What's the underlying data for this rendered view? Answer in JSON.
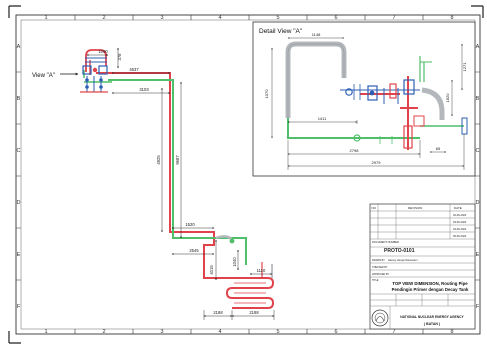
{
  "sheet": {
    "columns_top": [
      "1",
      "2",
      "3",
      "4",
      "5",
      "6",
      "7",
      "8"
    ],
    "columns_bottom": [
      "1",
      "2",
      "3",
      "4",
      "5",
      "6",
      "7",
      "8"
    ],
    "rows_left": [
      "A",
      "B",
      "C",
      "D",
      "E",
      "F"
    ],
    "rows_right": [
      "A",
      "B",
      "C",
      "D",
      "E",
      "F"
    ]
  },
  "main_view": {
    "view_label": "View \"A\"",
    "dimensions": {
      "d1": "1090",
      "d2": "378",
      "d3": "4637",
      "d4": "3103",
      "d5": "4925",
      "d6": "9687",
      "d7": "1520",
      "d8": "2545",
      "d9": "4015",
      "d10": "1040",
      "d11": "1110",
      "d12": "2168",
      "d13": "2188"
    }
  },
  "detail_view": {
    "title": "Detail View \"A\"",
    "dimensions": {
      "d1": "1148",
      "d2": "1070",
      "d3": "1411",
      "d4": "2798",
      "d5": "2979",
      "d6": "1271",
      "d7": "1820",
      "d8": "65"
    }
  },
  "title_block": {
    "rev_header": [
      "NO",
      "REVISION",
      "DATE"
    ],
    "rev_dates": [
      "02-06-2024",
      "03-06-2024",
      "04-06-2024",
      "05-06-2024"
    ],
    "doc_label": "DOCUMENT NUMBER",
    "doc_number": "PROTO-0101",
    "drawn_label": "DRAWN BY",
    "drawn_value": "Harvey Hoopa Stevenson",
    "checked_label": "CHECKED BY",
    "approved_label": "APPROVED BY",
    "title_label": "TITLE",
    "title_line1": "TOP VIEW DIMENSION, Routing Pipe",
    "title_line2": "Pendingin Primer dengan Decay Tank",
    "company_line1": "NATIONAL NUCLEAR ENERGY AGENCY",
    "company_line2": "( BATAN )"
  },
  "colors": {
    "pipe_red": "#e0434b",
    "pipe_green": "#4fbf6a",
    "pipe_grey": "#b4b8bd",
    "valve_blue": "#2c5fb3",
    "dimension_ink": "#202020"
  }
}
